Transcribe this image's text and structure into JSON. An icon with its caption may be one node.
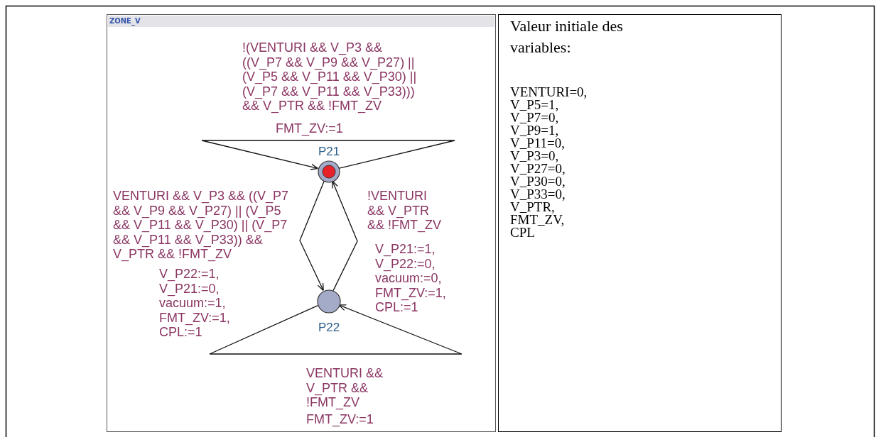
{
  "diagram": {
    "nodes": [
      {
        "text": [
          "ZONE_V"
        ]
      },
      {
        "text": [
          "P21"
        ],
        "in": 0
      },
      {
        "text": [
          "P22"
        ],
        "in": 0
      },
      {
        "text": [
          "Valeur initiale des variables:",
          "VENTURI=0, V_P5=1, V_P7=0, V_P9=1, V_P11=0, V_P3=0, V_P27=0, V_P30=0, V_P33=0, V_PTR, FMT_ZV, CPL"
        ]
      }
    ],
    "edges": [
      {
        "from": 1,
        "to": 1,
        "arrow": "to",
        "label": "!(VENTURI && V_P3 && ((V_P7 && V_P9 && V_P27) || (V_P5 && V_P11 && V_P30) || (V_P7 && V_P11 && V_P33))) && V_PTR && !FMT_ZV"
      },
      {
        "from": 1,
        "to": 2,
        "arrow": "to",
        "label": "VENTURI && V_P3 && ((V_P7 && V_P9 && V_P27) || (V_P5 && V_P11 && V_P30) || (V_P7 && V_P11 && V_P33)) && V_PTR && !FMT_ZV"
      },
      {
        "from": 2,
        "to": 1,
        "arrow": "to",
        "label": "!VENTURI && V_PTR && !FMT_ZV"
      },
      {
        "from": 2,
        "to": 2,
        "arrow": "to",
        "label": "VENTURI && V_PTR && !FMT_ZV"
      }
    ],
    "labels": [
      "FMT_ZV:=1",
      "V_P22:=1, V_P21:=0, vacuum:=1, FMT_ZV:=1, CPL:=1",
      "V_P21:=1, V_P22:=0, vacuum:=0, FMT_ZV:=1, CPL:=1",
      "FMT_ZV:=1"
    ]
  }
}
